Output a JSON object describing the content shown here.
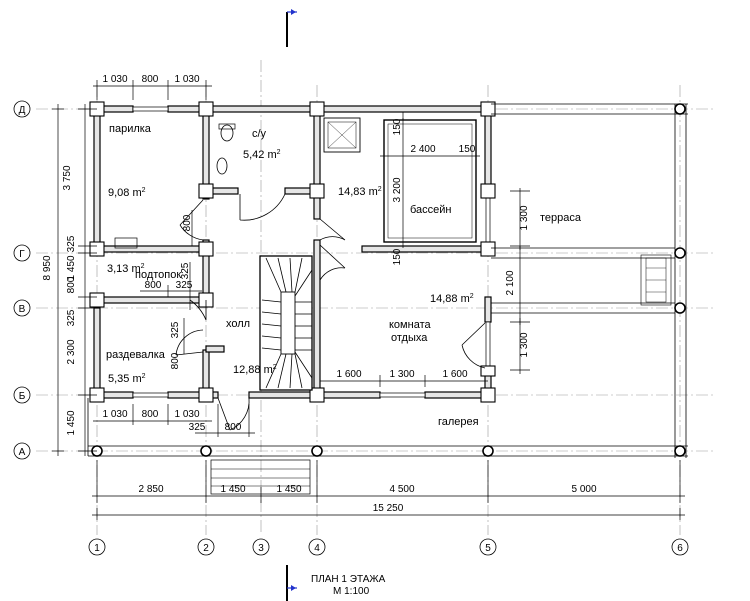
{
  "title": {
    "line1": "ПЛАН 1 ЭТАЖА",
    "line2": "М 1:100"
  },
  "axes": {
    "numbers": [
      "1",
      "2",
      "3",
      "4",
      "5",
      "6"
    ],
    "letters": [
      "Д",
      "Г",
      "В",
      "Б",
      "А"
    ]
  },
  "rooms": {
    "parilka": "парилка",
    "parilka_area": "9,08 m",
    "su": "с/у",
    "su_area": "5,42 m",
    "pool_room_area": "14,83 m",
    "pool": "бассейн",
    "terrace": "терраса",
    "podtopok": "подтопок",
    "podtopok_area": "3,13 m",
    "hall": "холл",
    "hall_area": "12,88 m",
    "rest_area": "14,88 m",
    "rest_line1": "комната",
    "rest_line2": "отдыха",
    "razdevalka": "раздевалка",
    "razdevalka_area": "5,35 m",
    "gallery": "галерея",
    "sup": "2"
  },
  "dims": {
    "top": [
      "1 030",
      "800",
      "1 030"
    ],
    "bottom_left": [
      "1 030",
      "800",
      "1 030"
    ],
    "d325_800": [
      "325",
      "800"
    ],
    "pool_w": "2 400",
    "pool_h": "3 200",
    "d150": "150",
    "d1300": "1 300",
    "d2100": "2 100",
    "d1600": "1 600",
    "hall_800": "800",
    "hall_325": "325",
    "left": [
      "3 750",
      "325",
      "1 450",
      "800",
      "325",
      "2 300",
      "1 450"
    ],
    "left_total": "8 950",
    "chain": [
      "2 850",
      "1 450",
      "1 450",
      "4 500",
      "5 000"
    ],
    "total": "15 250"
  }
}
